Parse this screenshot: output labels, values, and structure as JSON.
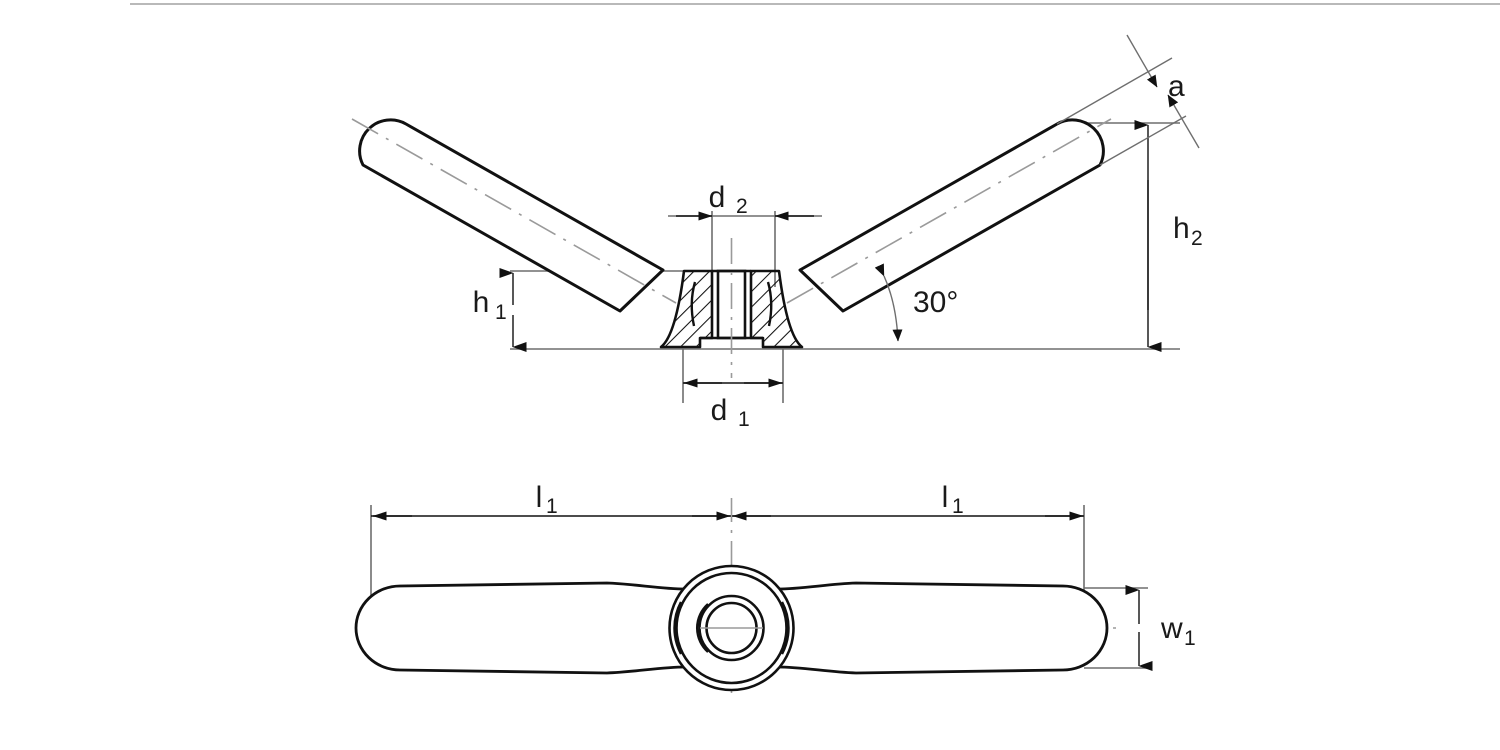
{
  "drawing": {
    "title": "Wing nut two-view technical drawing",
    "views": [
      {
        "name": "elevation",
        "label": ""
      },
      {
        "name": "plan",
        "label": ""
      }
    ],
    "colors": {
      "outline": "#111111",
      "thin_line": "#6e6e6e",
      "centerline": "#9a9a9a",
      "hatch": "#111111",
      "text": "#1a1a1a",
      "background": "#ffffff"
    },
    "line_weights": {
      "outline": 3.0,
      "hatch": 1.6,
      "dimension": 1.4,
      "centerline": 1.6
    }
  },
  "dimensions": {
    "a": {
      "label": "a",
      "sub": "",
      "kind": "linear-oblique",
      "view": "elevation",
      "note": "arm thickness measured perpendicular to arm axis"
    },
    "h1": {
      "label": "h",
      "sub": "1",
      "kind": "linear-vertical",
      "view": "elevation",
      "note": "hub flange height above base"
    },
    "h2": {
      "label": "h",
      "sub": "2",
      "kind": "linear-vertical",
      "view": "elevation",
      "note": "overall height to arm tip"
    },
    "d1": {
      "label": "d",
      "sub": "1",
      "kind": "linear-horizontal",
      "view": "elevation",
      "note": "outer hub diameter"
    },
    "d2": {
      "label": "d",
      "sub": "2",
      "kind": "linear-horizontal",
      "view": "elevation",
      "note": "bore / thread diameter"
    },
    "angle": {
      "label": "30°",
      "sub": "",
      "kind": "angular",
      "view": "elevation",
      "value": 30,
      "unit": "degrees",
      "note": "arm inclination from base plane"
    },
    "l1_left": {
      "label": "l",
      "sub": "1",
      "kind": "linear-horizontal",
      "view": "plan",
      "note": "arm length from centre, left"
    },
    "l1_right": {
      "label": "l",
      "sub": "1",
      "kind": "linear-horizontal",
      "view": "plan",
      "note": "arm length from centre, right"
    },
    "w1": {
      "label": "w",
      "sub": "1",
      "kind": "linear-vertical",
      "view": "plan",
      "note": "arm tip width"
    }
  },
  "labels_in_reading_order": [
    "a",
    "d2",
    "h2",
    "h1",
    "30°",
    "d1",
    "l1",
    "l1",
    "w1"
  ]
}
